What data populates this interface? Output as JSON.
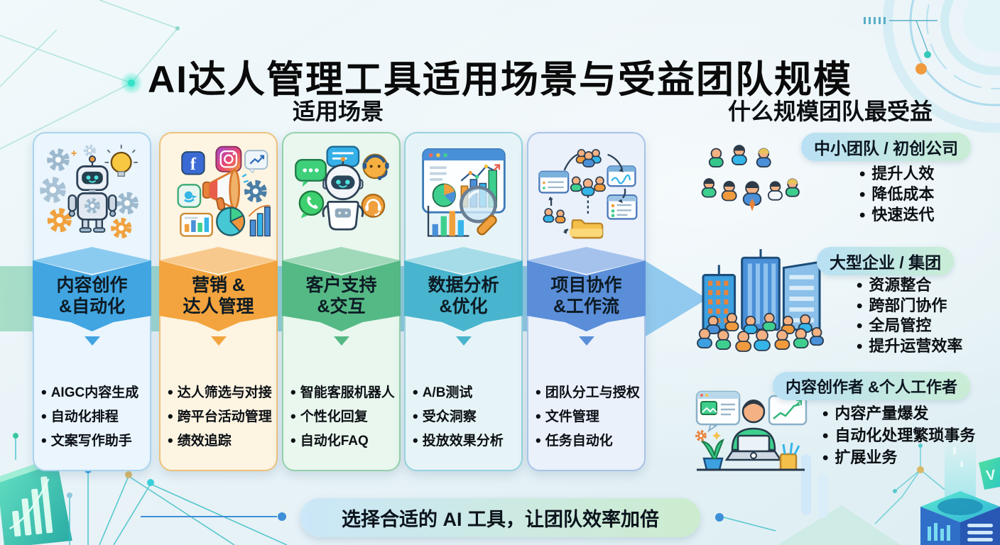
{
  "title": "AI达人管理工具适用场景与受益团队规模",
  "section_headers": {
    "scenarios": "适用场景",
    "teams": "什么规模团队最受益"
  },
  "scenario_columns": [
    {
      "icon": "robot-automation-icon",
      "theme_color": "#41a5e1",
      "top_face_color": "#8ccbf0",
      "card_color": "#eaf5fd",
      "border_color": "#a8d4ef",
      "title_line1": "内容创作",
      "title_line2": "&自动化",
      "items": [
        "AIGC内容生成",
        "自动化排程",
        "文案写作助手"
      ]
    },
    {
      "icon": "marketing-social-icon",
      "theme_color": "#f3a43e",
      "top_face_color": "#f8c98c",
      "card_color": "#fdf4e2",
      "border_color": "#edc27c",
      "title_line1": "营销 &",
      "title_line2": "达人管理",
      "items": [
        "达人筛选与对接",
        "跨平台活动管理",
        "绩效追踪"
      ]
    },
    {
      "icon": "chatbot-support-icon",
      "theme_color": "#55b985",
      "top_face_color": "#a0d8ba",
      "card_color": "#e9f7ee",
      "border_color": "#93d1ac",
      "title_line1": "客户支持",
      "title_line2": "&交互",
      "items": [
        "智能客服机器人",
        "个性化回复",
        "自动化FAQ"
      ]
    },
    {
      "icon": "data-analytics-icon",
      "theme_color": "#49b4cd",
      "top_face_color": "#a6dce8",
      "card_color": "#e6f4f8",
      "border_color": "#96d2de",
      "title_line1": "数据分析",
      "title_line2": "&优化",
      "items": [
        "A/B测试",
        "受众洞察",
        "投放效果分析"
      ]
    },
    {
      "icon": "collaboration-workflow-icon",
      "theme_color": "#5a8ed8",
      "top_face_color": "#a4c2ec",
      "card_color": "#eaf1fb",
      "border_color": "#a9c3e8",
      "title_line1": "项目协作",
      "title_line2": "&工作流",
      "items": [
        "团队分工与授权",
        "文件管理",
        "任务自动化"
      ]
    }
  ],
  "benefit_groups": [
    {
      "icon": "small-team-icon",
      "label": "中小团队 / 初创公司",
      "items": [
        "提升人效",
        "降低成本",
        "快速迭代"
      ]
    },
    {
      "icon": "enterprise-icon",
      "label": "大型企业 / 集团",
      "items": [
        "资源整合",
        "跨部门协作",
        "全局管控",
        "提升运营效率"
      ]
    },
    {
      "icon": "creator-icon",
      "label": "内容创作者 &个人工作者",
      "items": [
        "内容产量爆发",
        "自动化处理繁琐事务",
        "扩展业务"
      ]
    }
  ],
  "footer_banner": "选择合适的 AI 工具，让团队效率加倍",
  "colors": {
    "badge_gradient_start": "#b9e0f4",
    "badge_gradient_end": "#c9edd5",
    "banner_gradient_start": "#cbe7f8",
    "banner_gradient_end": "#cceccf",
    "flow_arrow_start": "#a4dcc4",
    "flow_arrow_mid": "#8fd0da",
    "flow_arrow_end": "#8cc6f0"
  }
}
